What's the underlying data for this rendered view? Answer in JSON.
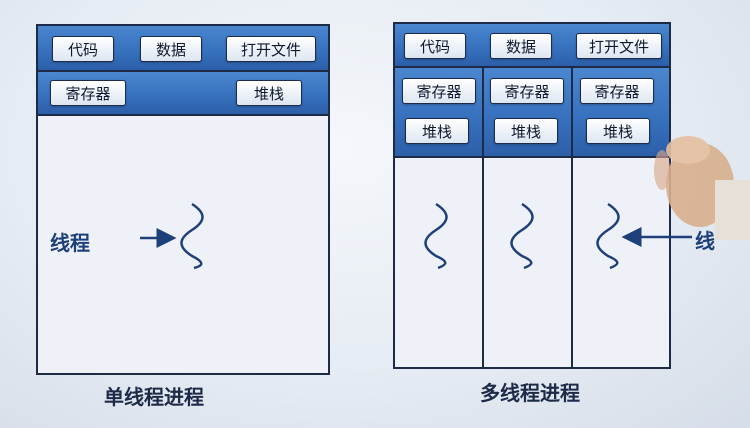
{
  "single": {
    "code": "代码",
    "data": "数据",
    "open_files": "打开文件",
    "registers": "寄存器",
    "stack": "堆栈",
    "thread_label": "线程",
    "caption": "单线程进程"
  },
  "multi": {
    "code": "代码",
    "data": "数据",
    "open_files": "打开文件",
    "columns": [
      {
        "registers": "寄存器",
        "stack": "堆栈"
      },
      {
        "registers": "寄存器",
        "stack": "堆栈"
      },
      {
        "registers": "寄存器",
        "stack": "堆栈"
      }
    ],
    "thread_label_partial": "线",
    "caption": "多线程进程"
  }
}
